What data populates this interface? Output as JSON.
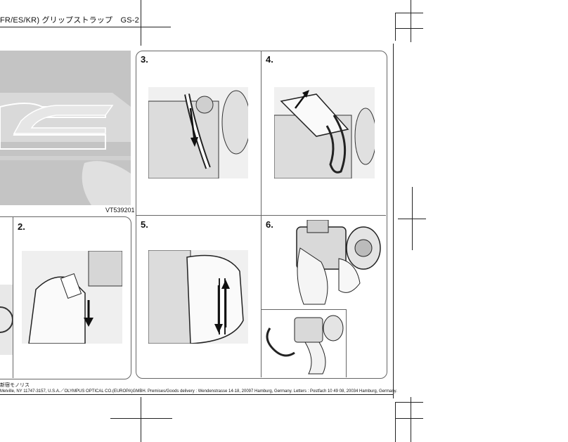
{
  "header": {
    "title": "FR/ES/KR) グリップストラップ　GS-2"
  },
  "code": "VT539201",
  "steps": [
    {
      "label": "2."
    },
    {
      "label": "3."
    },
    {
      "label": "4."
    },
    {
      "label": "5."
    },
    {
      "label": "6."
    }
  ],
  "footer": {
    "line1": "新宿モノリス",
    "line2": "Melville, NY 11747-3157, U.S.A.／OLYMPUS OPTICAL CO.(EUROPA)GMBH. Premises/Goods delivery : Wendenstrasse 14-18, 20097 Hamburg, Germany.  Letters : Postfach 10 49 08, 20034 Hamburg, Germany."
  }
}
